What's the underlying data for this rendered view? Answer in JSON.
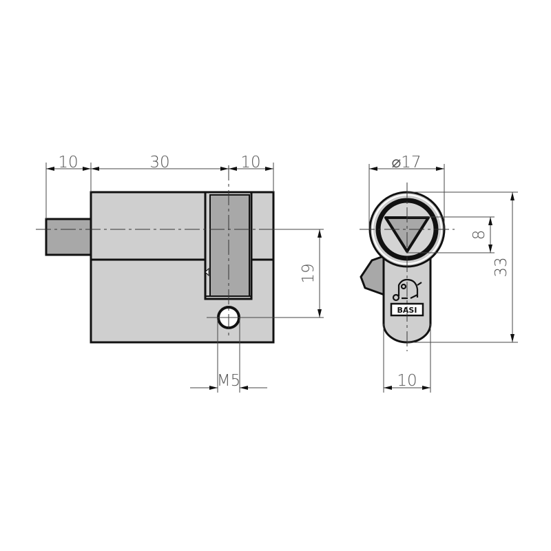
{
  "drawing": {
    "subject": "half profile cylinder lock",
    "colors": {
      "body_fill": "#cfcfcf",
      "dark_fill": "#a8a8a8",
      "outline": "#111111",
      "dimension_line": "#444444",
      "text": "#555555"
    },
    "side_view": {
      "dimensions": {
        "cam_length": "10",
        "body_length": "30",
        "end_length": "10",
        "fixing_offset": "19",
        "thread": "M5"
      }
    },
    "front_view": {
      "dimensions": {
        "diameter": "⌀17",
        "keyway_height": "8",
        "total_height": "33",
        "width": "10"
      },
      "logo": {
        "brand": "BASI",
        "icon": "elephant-logo-icon"
      }
    }
  }
}
